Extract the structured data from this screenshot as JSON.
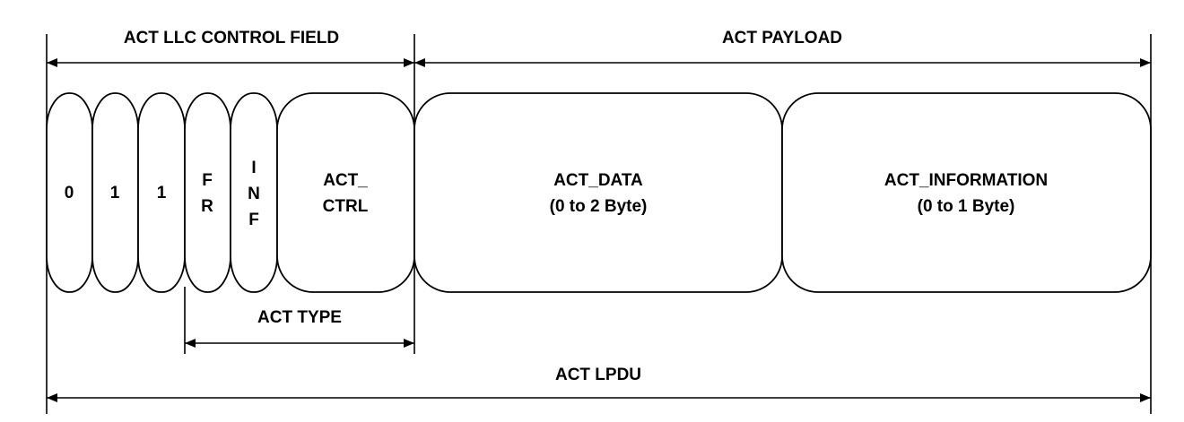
{
  "labels": {
    "llc_control_field": "ACT LLC CONTROL FIELD",
    "payload": "ACT PAYLOAD",
    "type": "ACT TYPE",
    "lpdu": "ACT LPDU"
  },
  "fields": {
    "bit0": "0",
    "bit1": "1",
    "bit2": "1",
    "fr": [
      "F",
      "R"
    ],
    "inf": [
      "I",
      "N",
      "F"
    ],
    "ctrl": [
      "ACT_",
      "CTRL"
    ],
    "data": [
      "ACT_DATA",
      "(0 to 2 Byte)"
    ],
    "information": [
      "ACT_INFORMATION",
      "(0 to 1 Byte)"
    ]
  }
}
